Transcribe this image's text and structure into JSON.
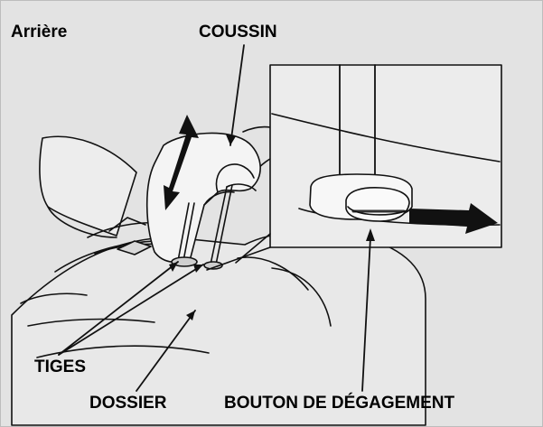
{
  "diagram": {
    "title": "Arrière",
    "labels": {
      "cushion": "COUSSIN",
      "rods": "TIGES",
      "seatback": "DOSSIER",
      "release_button": "BOUTON DE DÉGAGEMENT"
    }
  }
}
